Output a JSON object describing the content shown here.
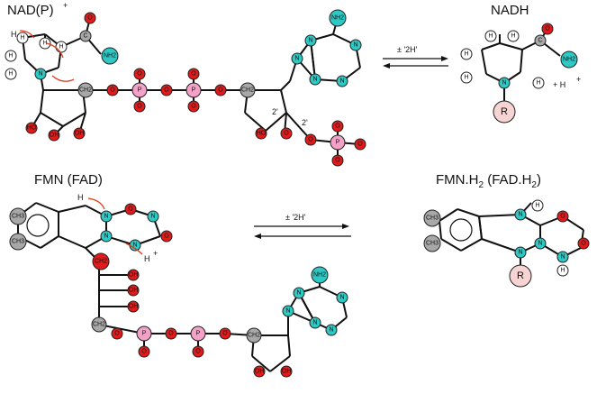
{
  "labels": {
    "nadp": "NAD(P)",
    "nadp_sup": "+",
    "nadh": "NADH",
    "fmn_fad": "FMN (FAD)",
    "fmnh2_main": "FMN.H",
    "fmnh2_sub1": "2",
    "fmnh2_mid": " (FAD.H",
    "fmnh2_sub2": "2",
    "fmnh2_end": ")",
    "eq_top": "± '2H'",
    "eq_bottom": "± '2H'",
    "plus_h_nadh": "+ H",
    "plus_h_sup": "+",
    "hydride_top": "H",
    "hydride_fmn": "H",
    "hplus_fmn": "H",
    "hplus_sup": "+",
    "two_prime_a": "2'",
    "two_prime_b": "2'"
  },
  "atoms": {
    "h": "H",
    "n": "N",
    "nplus": "N",
    "o": "O",
    "p": "P",
    "c": "C",
    "r": "R",
    "nh2": "NH2",
    "ch2": "CH2",
    "ch3": "CH3",
    "oh": "OH",
    "ho": "HO"
  },
  "colors": {
    "nitrogen": "#2ec9c4",
    "oxygen": "#e01b1b",
    "phosphorus": "#f3a2c7",
    "carbon_gray": "#a8a8a8",
    "hydrogen": "#ffffff",
    "r_group": "#f7d4d4",
    "arrow_red": "#e03a1a"
  }
}
